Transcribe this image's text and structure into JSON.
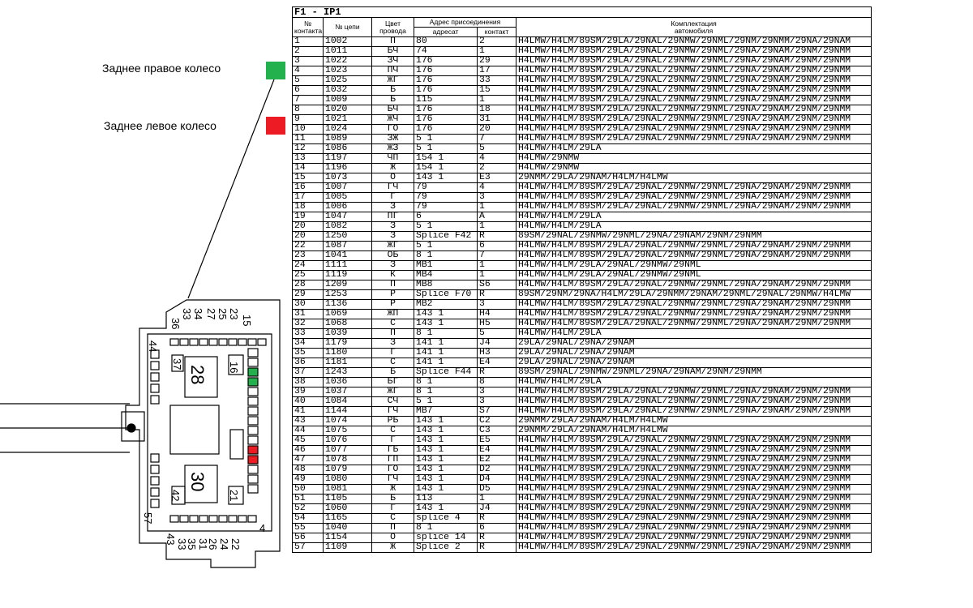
{
  "labels": {
    "rear_right_wheel": "Заднее правое колесо",
    "rear_left_wheel": "Заднее левое колесо"
  },
  "colors": {
    "rear_right_marker": "#22b14c",
    "rear_left_marker": "#ed1c24",
    "line": "#000000",
    "background": "#ffffff"
  },
  "connector": {
    "pin_numbers": [
      "15",
      "23",
      "25",
      "27",
      "34",
      "33",
      "36",
      "44",
      "16",
      "37",
      "28",
      "30",
      "42",
      "21",
      "57",
      "4",
      "43",
      "33",
      "35",
      "31",
      "26",
      "24",
      "22"
    ]
  },
  "table": {
    "title": "F1 - IP1",
    "headers": {
      "contact_no_line1": "№",
      "contact_no_line2": "контакта",
      "circuit_no": "№ цепи",
      "wire_color_line1": "Цвет",
      "wire_color_line2": "провода",
      "address_group": "Адрес присоединения",
      "address_target": "адресат",
      "address_contact": "контакт",
      "config_line1": "Комплектация",
      "config_line2": "автомобиля"
    },
    "rows": [
      [
        "1",
        "1002",
        "П",
        "80",
        "2",
        "H4LMW/H4LM/89SM/29LA/29NAL/29NMW/29NML/29NM/29NMM/29NA/29NAM"
      ],
      [
        "2",
        "1011",
        "БЧ",
        "74",
        "1",
        "H4LMW/H4LM/89SM/29LA/29NAL/29NMW/29NML/29NA/29NAM/29NM/29NMM"
      ],
      [
        "3",
        "1022",
        "ЗЧ",
        "176",
        "29",
        "H4LMW/H4LM/89SM/29LA/29NAL/29NMW/29NML/29NA/29NAM/29NM/29NMM"
      ],
      [
        "4",
        "1023",
        "ПЧ",
        "176",
        "17",
        "H4LMW/H4LM/89SM/29LA/29NAL/29NMW/29NML/29NA/29NAM/29NM/29NMM"
      ],
      [
        "5",
        "1025",
        "ЖГ",
        "176",
        "33",
        "H4LMW/H4LM/89SM/29LA/29NAL/29NMW/29NML/29NA/29NAM/29NM/29NMM"
      ],
      [
        "6",
        "1032",
        "Б",
        "176",
        "15",
        "H4LMW/H4LM/89SM/29LA/29NAL/29NMW/29NML/29NA/29NAM/29NM/29NMM"
      ],
      [
        "7",
        "1009",
        "Б",
        "115",
        "1",
        "H4LMW/H4LM/89SM/29LA/29NAL/29NMW/29NML/29NA/29NAM/29NM/29NMM"
      ],
      [
        "8",
        "1020",
        "БЧ",
        "176",
        "18",
        "H4LMW/H4LM/89SM/29LA/29NAL/29NMW/29NML/29NA/29NAM/29NM/29NMM"
      ],
      [
        "9",
        "1021",
        "ЖЧ",
        "176",
        "31",
        "H4LMW/H4LM/89SM/29LA/29NAL/29NMW/29NML/29NA/29NAM/29NM/29NMM"
      ],
      [
        "10",
        "1024",
        "ГО",
        "176",
        "20",
        "H4LMW/H4LM/89SM/29LA/29NAL/29NMW/29NML/29NA/29NAM/29NM/29NMM"
      ],
      [
        "11",
        "1089",
        "ЗЖ",
        "5 1",
        "7",
        "H4LMW/H4LM/89SM/29LA/29NAL/29NMW/29NML/29NA/29NAM/29NM/29NMM"
      ],
      [
        "12",
        "1086",
        "ЖЗ",
        "5 1",
        "5",
        "H4LMW/H4LM/29LA"
      ],
      [
        "13",
        "1197",
        "ЧП",
        "154 1",
        "4",
        "H4LMW/29NMW"
      ],
      [
        "14",
        "1196",
        "Ж",
        "154 1",
        "2",
        "H4LMW/29NMW"
      ],
      [
        "15",
        "1073",
        "О",
        "143 1",
        "E3",
        "29NMM/29LA/29NAM/H4LM/H4LMW"
      ],
      [
        "16",
        "1007",
        "ГЧ",
        "79",
        "4",
        "H4LMW/H4LM/89SM/29LA/29NAL/29NMW/29NML/29NA/29NAM/29NM/29NMM"
      ],
      [
        "17",
        "1005",
        "Г",
        "79",
        "3",
        "H4LMW/H4LM/89SM/29LA/29NAL/29NMW/29NML/29NA/29NAM/29NM/29NMM"
      ],
      [
        "18",
        "1006",
        "З",
        "79",
        "1",
        "H4LMW/H4LM/89SM/29LA/29NAL/29NMW/29NML/29NA/29NAM/29NM/29NMM"
      ],
      [
        "19",
        "1047",
        "ПГ",
        "6",
        "A",
        "H4LMW/H4LM/29LA"
      ],
      [
        "20",
        "1082",
        "З",
        "5 1",
        "1",
        "H4LMW/H4LM/29LA"
      ],
      [
        "20",
        "1250",
        "З",
        "Splice F42",
        "R",
        "89SM/29NAL/29NMW/29NML/29NA/29NAM/29NM/29NMM"
      ],
      [
        "22",
        "1087",
        "ЖГ",
        "5 1",
        "6",
        "H4LMW/H4LM/89SM/29LA/29NAL/29NMW/29NML/29NA/29NAM/29NM/29NMM"
      ],
      [
        "23",
        "1041",
        "ОБ",
        "8 1",
        "7",
        "H4LMW/H4LM/89SM/29LA/29NAL/29NMW/29NML/29NA/29NAM/29NM/29NMM"
      ],
      [
        "24",
        "1111",
        "З",
        "MB1",
        "1",
        "H4LMW/H4LM/29LA/29NAL/29NMW/29NML"
      ],
      [
        "25",
        "1119",
        "К",
        "MB4",
        "1",
        "H4LMW/H4LM/29LA/29NAL/29NMW/29NML"
      ],
      [
        "28",
        "1209",
        "П",
        "MB8",
        "S6",
        "H4LMW/H4LM/89SM/29LA/29NAL/29NMW/29NML/29NA/29NAM/29NM/29NMM"
      ],
      [
        "29",
        "1253",
        "Р",
        "Splice F70",
        "R",
        "89SM/29NM/29NA/H4LM/29LA/29NMM/29NAM/29NML/29NAL/29NMW/H4LMW"
      ],
      [
        "30",
        "1136",
        "Р",
        "MB2",
        "3",
        "H4LMW/H4LM/89SM/29LA/29NAL/29NMW/29NML/29NA/29NAM/29NM/29NMM"
      ],
      [
        "31",
        "1069",
        "ЖП",
        "143 1",
        "H4",
        "H4LMW/H4LM/89SM/29LA/29NAL/29NMW/29NML/29NA/29NAM/29NM/29NMM"
      ],
      [
        "32",
        "1068",
        "С",
        "143 1",
        "H5",
        "H4LMW/H4LM/89SM/29LA/29NAL/29NMW/29NML/29NA/29NAM/29NM/29NMM"
      ],
      [
        "33",
        "1039",
        "П",
        "8 1",
        "5",
        "H4LMW/H4LM/29LA"
      ],
      [
        "34",
        "1179",
        "З",
        "141 1",
        "J4",
        "29LA/29NAL/29NA/29NAM"
      ],
      [
        "35",
        "1180",
        "Г",
        "141 1",
        "H3",
        "29LA/29NAL/29NA/29NAM"
      ],
      [
        "36",
        "1181",
        "С",
        "141 1",
        "E4",
        "29LA/29NAL/29NA/29NAM"
      ],
      [
        "37",
        "1243",
        "Б",
        "Splice F44",
        "R",
        "89SM/29NAL/29NMW/29NML/29NA/29NAM/29NM/29NMM"
      ],
      [
        "38",
        "1036",
        "БГ",
        "8 1",
        "8",
        "H4LMW/H4LM/29LA"
      ],
      [
        "39",
        "1037",
        "ЖГ",
        "8 1",
        "3",
        "H4LMW/H4LM/89SM/29LA/29NAL/29NMW/29NML/29NA/29NAM/29NM/29NMM"
      ],
      [
        "40",
        "1084",
        "СЧ",
        "5 1",
        "3",
        "H4LMW/H4LM/89SM/29LA/29NAL/29NMW/29NML/29NA/29NAM/29NM/29NMM"
      ],
      [
        "41",
        "1144",
        "ГЧ",
        "MB7",
        "S7",
        "H4LMW/H4LM/89SM/29LA/29NAL/29NMW/29NML/29NA/29NAM/29NM/29NMM"
      ],
      [
        "43",
        "1074",
        "РБ",
        "143 1",
        "C2",
        "29NMM/29LA/29NAM/H4LM/H4LMW"
      ],
      [
        "44",
        "1075",
        "С",
        "143 1",
        "C3",
        "29NMM/29LA/29NAM/H4LM/H4LMW"
      ],
      [
        "45",
        "1076",
        "Г",
        "143 1",
        "E5",
        "H4LMW/H4LM/89SM/29LA/29NAL/29NMW/29NML/29NA/29NAM/29NM/29NMM"
      ],
      [
        "46",
        "1077",
        "ГБ",
        "143 1",
        "E4",
        "H4LMW/H4LM/89SM/29LA/29NAL/29NMW/29NML/29NA/29NAM/29NM/29NMM"
      ],
      [
        "47",
        "1078",
        "ГП",
        "143 1",
        "E2",
        "H4LMW/H4LM/89SM/29LA/29NAL/29NMW/29NML/29NA/29NAM/29NM/29NMM"
      ],
      [
        "48",
        "1079",
        "ГО",
        "143 1",
        "D2",
        "H4LMW/H4LM/89SM/29LA/29NAL/29NMW/29NML/29NA/29NAM/29NM/29NMM"
      ],
      [
        "49",
        "1080",
        "ГЧ",
        "143 1",
        "D4",
        "H4LMW/H4LM/89SM/29LA/29NAL/29NMW/29NML/29NA/29NAM/29NM/29NMM"
      ],
      [
        "50",
        "1081",
        "Ж",
        "143 1",
        "D5",
        "H4LMW/H4LM/89SM/29LA/29NAL/29NMW/29NML/29NA/29NAM/29NM/29NMM"
      ],
      [
        "51",
        "1105",
        "Б",
        "113",
        "1",
        "H4LMW/H4LM/89SM/29LA/29NAL/29NMW/29NML/29NA/29NAM/29NM/29NMM"
      ],
      [
        "52",
        "1060",
        "Г",
        "143 1",
        "J4",
        "H4LMW/H4LM/89SM/29LA/29NAL/29NMW/29NML/29NA/29NAM/29NM/29NMM"
      ],
      [
        "54",
        "1165",
        "С",
        "splice 4",
        "R",
        "H4LMW/H4LM/89SM/29LA/29NAL/29NMW/29NML/29NA/29NAM/29NM/29NMM"
      ],
      [
        "55",
        "1040",
        "П",
        "8 1",
        "6",
        "H4LMW/H4LM/89SM/29LA/29NAL/29NMW/29NML/29NA/29NAM/29NM/29NMM"
      ],
      [
        "56",
        "1154",
        "О",
        "splice 14",
        "R",
        "H4LMW/H4LM/89SM/29LA/29NAL/29NMW/29NML/29NA/29NAM/29NM/29NMM"
      ],
      [
        "57",
        "1109",
        "Ж",
        "Splice 2",
        "R",
        "H4LMW/H4LM/89SM/29LA/29NAL/29NMW/29NML/29NA/29NAM/29NM/29NMM"
      ]
    ]
  }
}
